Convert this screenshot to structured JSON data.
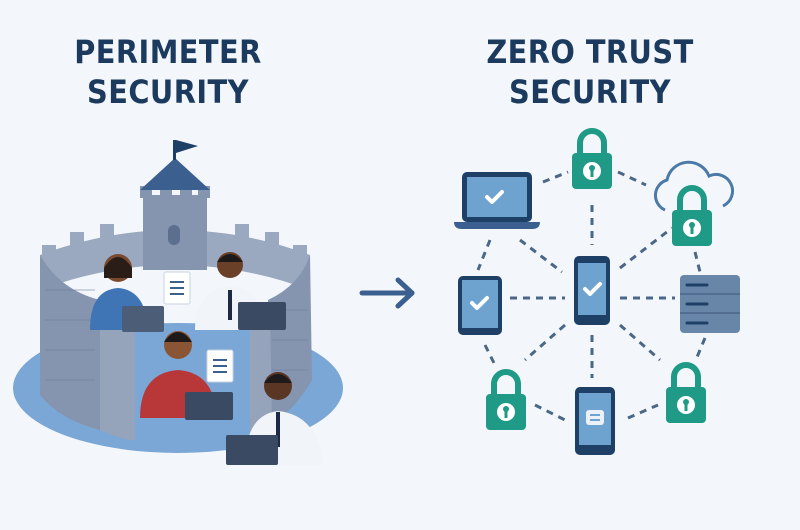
{
  "left": {
    "title_line1": "PERIMETER",
    "title_line2": "SECURITY"
  },
  "right": {
    "title_line1": "ZERO TRUST",
    "title_line2": "SECURITY"
  },
  "colors": {
    "title": "#1b3a5e",
    "lock": "#1f9a86",
    "device": "#1e3f66",
    "screen": "#6fa3cf",
    "wall": "#8595b0",
    "base": "#7ba7d6"
  },
  "icons": [
    "castle-icon",
    "flag-icon",
    "person-icon",
    "laptop-icon",
    "document-icon",
    "arrow-right-icon",
    "lock-icon",
    "cloud-icon",
    "tablet-icon",
    "phone-icon",
    "server-icon",
    "checkmark-icon"
  ]
}
